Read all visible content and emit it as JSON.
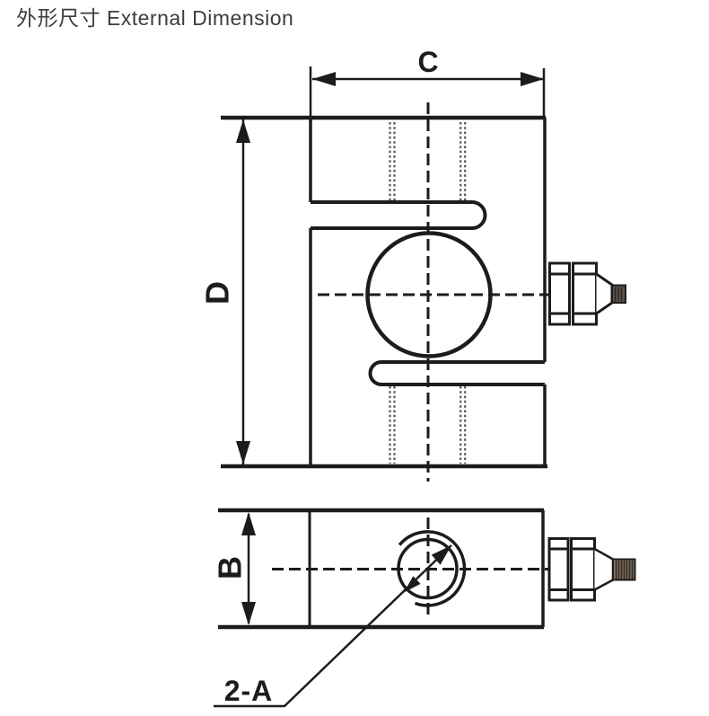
{
  "title": "外形尺寸 External Dimension",
  "dimensions": {
    "width_label": "C",
    "height_label": "D",
    "thickness_label": "B"
  },
  "callouts": {
    "thread_holes": "2-A"
  },
  "drawing": {
    "views": [
      "front-view",
      "side-view"
    ],
    "features": [
      "s-beam-body",
      "center-hole",
      "upper-slot",
      "lower-slot",
      "threaded-holes",
      "cable-gland"
    ]
  },
  "colors": {
    "background": "#ffffff",
    "line": "#1c1c1c",
    "title_text": "#3d3d3d",
    "thread_line": "#5b5046",
    "gland_tip_front": "#5d5248",
    "gland_tip_side": "#8b7d6e"
  }
}
